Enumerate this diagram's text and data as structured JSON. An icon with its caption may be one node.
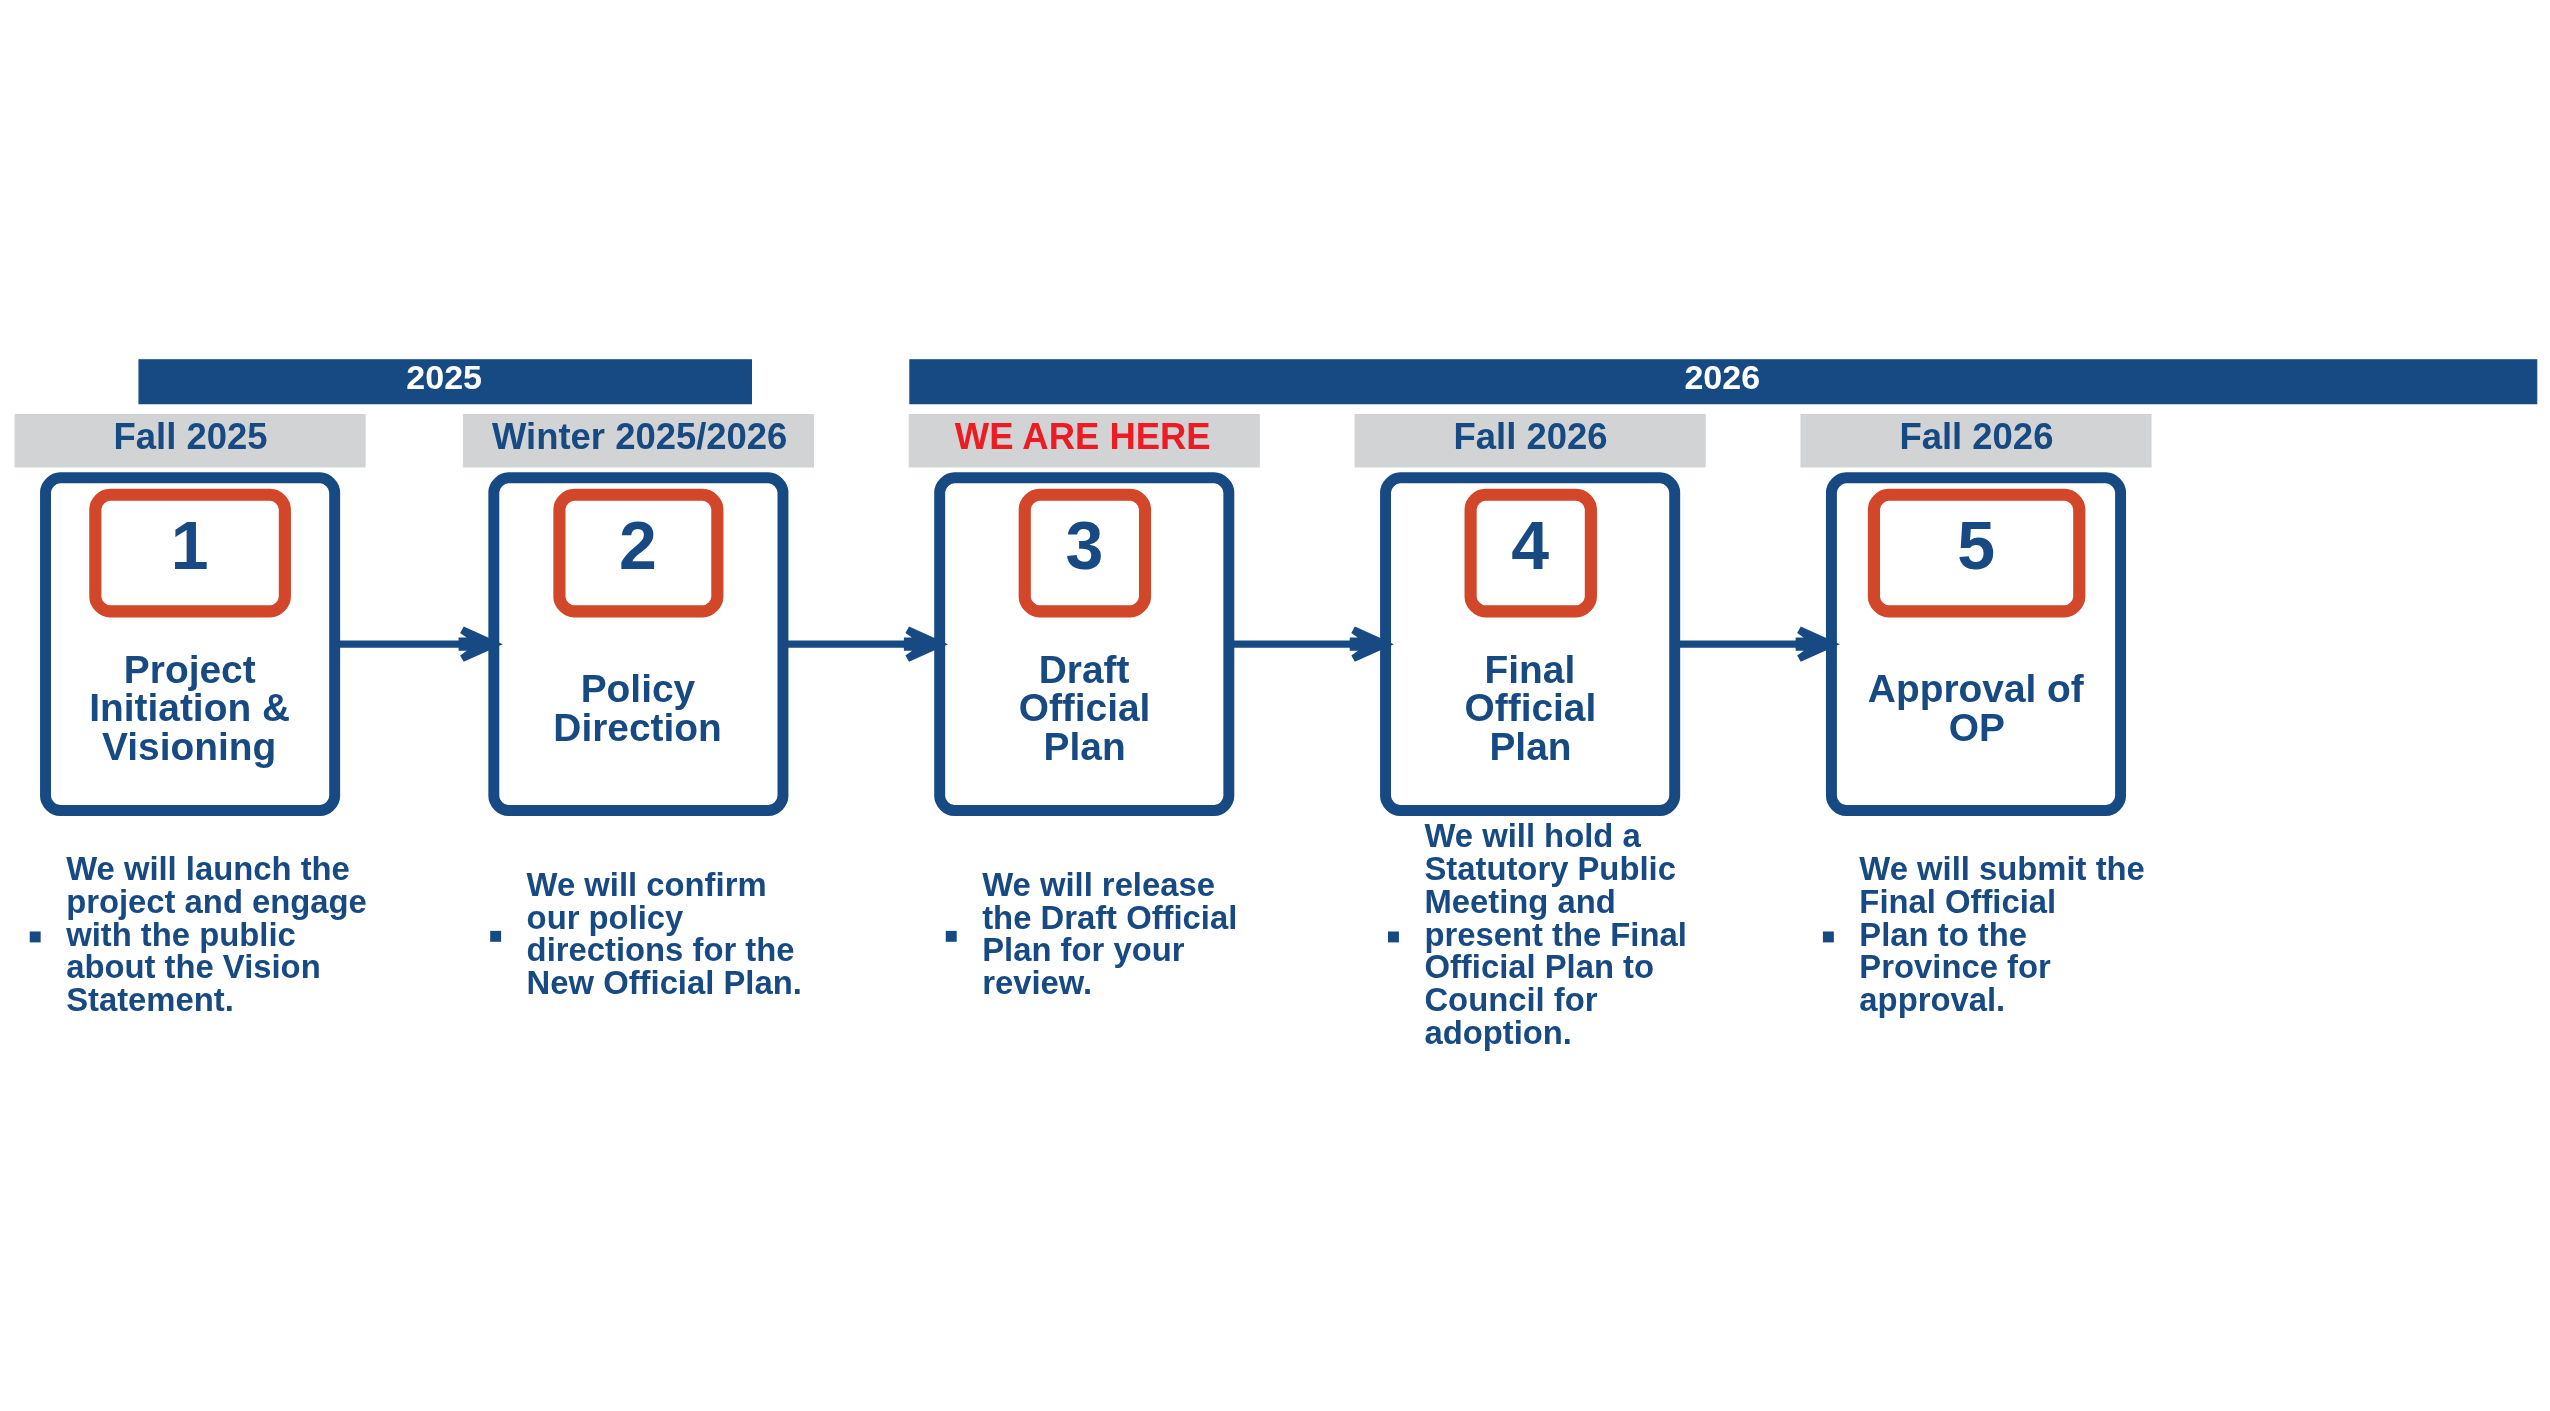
{
  "diagram": {
    "nodes": [
      {
        "text": [
          "2025"
        ]
      },
      {
        "text": [
          "2026"
        ]
      },
      {
        "text": [
          "1",
          "Project Initiation & Visioning"
        ],
        "beside": [
          "Fall 2025",
          "We will launch the project and engage with the public about the Vision Statement."
        ]
      },
      {
        "text": [
          "2",
          "Policy Direction"
        ],
        "beside": [
          "Winter 2025/2026",
          "We will confirm our policy directions for the New Official Plan."
        ]
      },
      {
        "text": [
          "3",
          "Draft Official Plan"
        ],
        "beside": [
          "WE ARE HERE",
          "We will release the Draft Official Plan for your review."
        ]
      },
      {
        "text": [
          "4",
          "Final Official Plan"
        ],
        "beside": [
          "Fall 2026",
          "We will hold a Statutory Public Meeting and present the Final Official Plan to Council for adoption."
        ]
      },
      {
        "text": [
          "5",
          "Approval of OP"
        ],
        "beside": [
          "Fall 2026",
          "We will submit the Final Official Plan to the Province for approval."
        ]
      }
    ],
    "edges": [
      {
        "from": 2,
        "to": 3,
        "arrow": "to"
      },
      {
        "from": 3,
        "to": 4,
        "arrow": "to"
      },
      {
        "from": 4,
        "to": 5,
        "arrow": "to"
      },
      {
        "from": 5,
        "to": 6,
        "arrow": "to"
      }
    ]
  }
}
